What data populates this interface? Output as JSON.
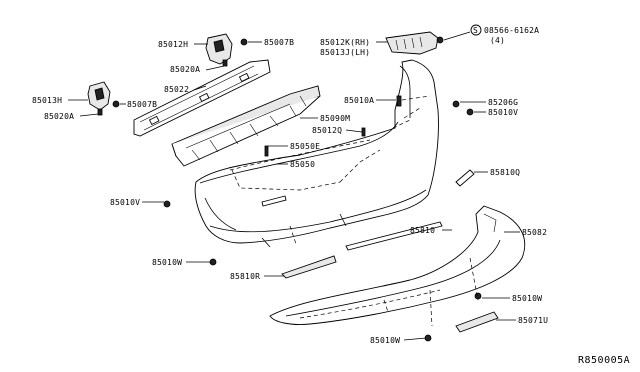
{
  "labels": {
    "p85012h": "85012H",
    "p85007b_top": "85007B",
    "p85020a_top": "85020A",
    "p85022": "85022",
    "p85013h": "85013H",
    "p85007b_left": "85007B",
    "p85020a_left": "85020A",
    "p85090m": "85090M",
    "p85012k": "85012K(RH)",
    "p85013j": "85013J(LH)",
    "p08566": "08566-6162A",
    "p08566_qty": "(4)",
    "p08566_prefix": "S",
    "p85010a": "85010A",
    "p85206g": "85206G",
    "p85010v_right": "85010V",
    "p85012q": "85012Q",
    "p85050e": "85050E",
    "p85050": "85050",
    "p85810q": "85810Q",
    "p85010v_left": "85010V",
    "p85810": "85810",
    "p85082": "85082",
    "p85010w_left": "85010W",
    "p85810r": "85810R",
    "p85010w_right": "85010W",
    "p85071u": "85071U",
    "p85010w_bottom": "85010W"
  },
  "reference_code": "R850005A"
}
